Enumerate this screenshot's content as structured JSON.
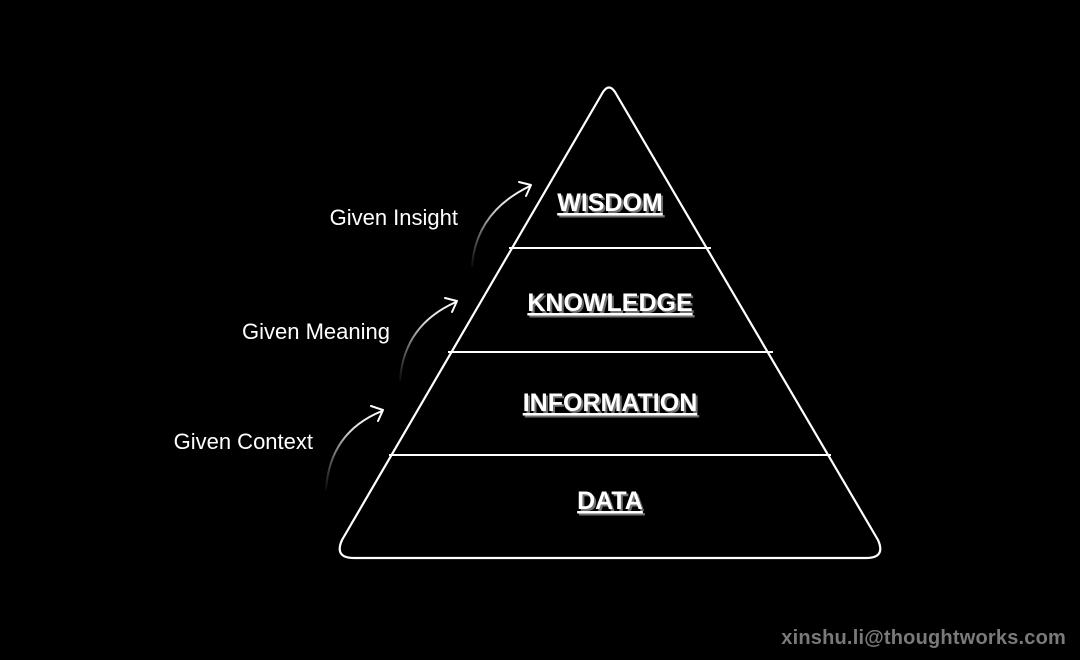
{
  "colors": {
    "background": "#000000",
    "line": "#ffffff",
    "label": "#ffffff",
    "watermark": "#7a7a7a"
  },
  "pyramid": {
    "tiers": [
      {
        "label": "WISDOM"
      },
      {
        "label": "KNOWLEDGE"
      },
      {
        "label": "INFORMATION"
      },
      {
        "label": "DATA"
      }
    ]
  },
  "transitions": [
    {
      "label": "Given Insight"
    },
    {
      "label": "Given Meaning"
    },
    {
      "label": "Given Context"
    }
  ],
  "watermark": "xinshu.li@thoughtworks.com"
}
